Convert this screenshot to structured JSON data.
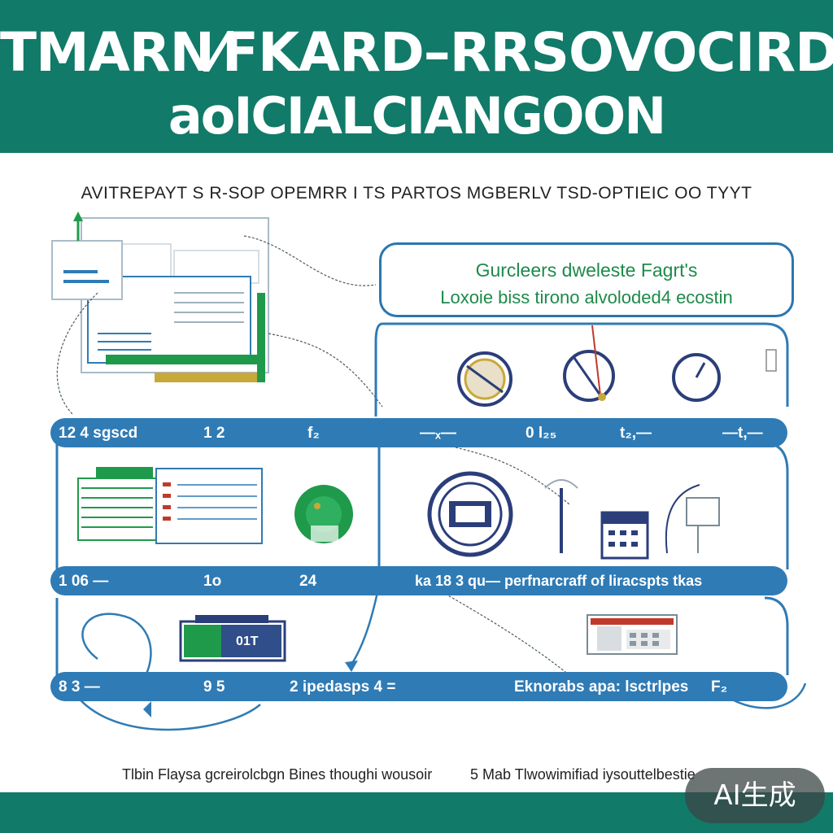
{
  "header": {
    "title_line1": "TMARN⁄FKARD–RRSOVOCIRD",
    "title_line2": "aoICIALCIANGOON",
    "background": "#117a68"
  },
  "subtitle": "AVITREPAYT S R-SOP OPEMRR I TS PARTOS MGBERLV TSD-OPTIEIC OO TYYT",
  "callout": {
    "line1": "Gurcleers dweleste Fagrt's",
    "line2": "Loxoie biss tirono alvoloded4 ecostin"
  },
  "bands": [
    {
      "labels": [
        "12 4 sgscd",
        "1 2",
        "f₂",
        "—ₓ—",
        "0 l₂₅",
        "t₂,—",
        "—t,—"
      ]
    },
    {
      "labels": [
        "1 06 —",
        "1o",
        "24",
        "ka 18 3 qu— perfnarcraff of liracspts tkas"
      ]
    },
    {
      "labels": [
        "8 3 —",
        "9 5",
        "2 ipedasps 4 =",
        "Eknorabs apa: lsctrlpes",
        "F₂"
      ]
    }
  ],
  "panel_text": {
    "display_number": "01T"
  },
  "footer": {
    "left": "Tlbin Flaysa gcreirolcbgn Bines thoughi wousoir",
    "right": "5 Mab Tlwowimifiad iysouttelbestie"
  },
  "badge": "AI生成",
  "colors": {
    "teal": "#117a68",
    "blue": "#2f7bb5",
    "green": "#1f9a4a",
    "red": "#c0392b"
  }
}
